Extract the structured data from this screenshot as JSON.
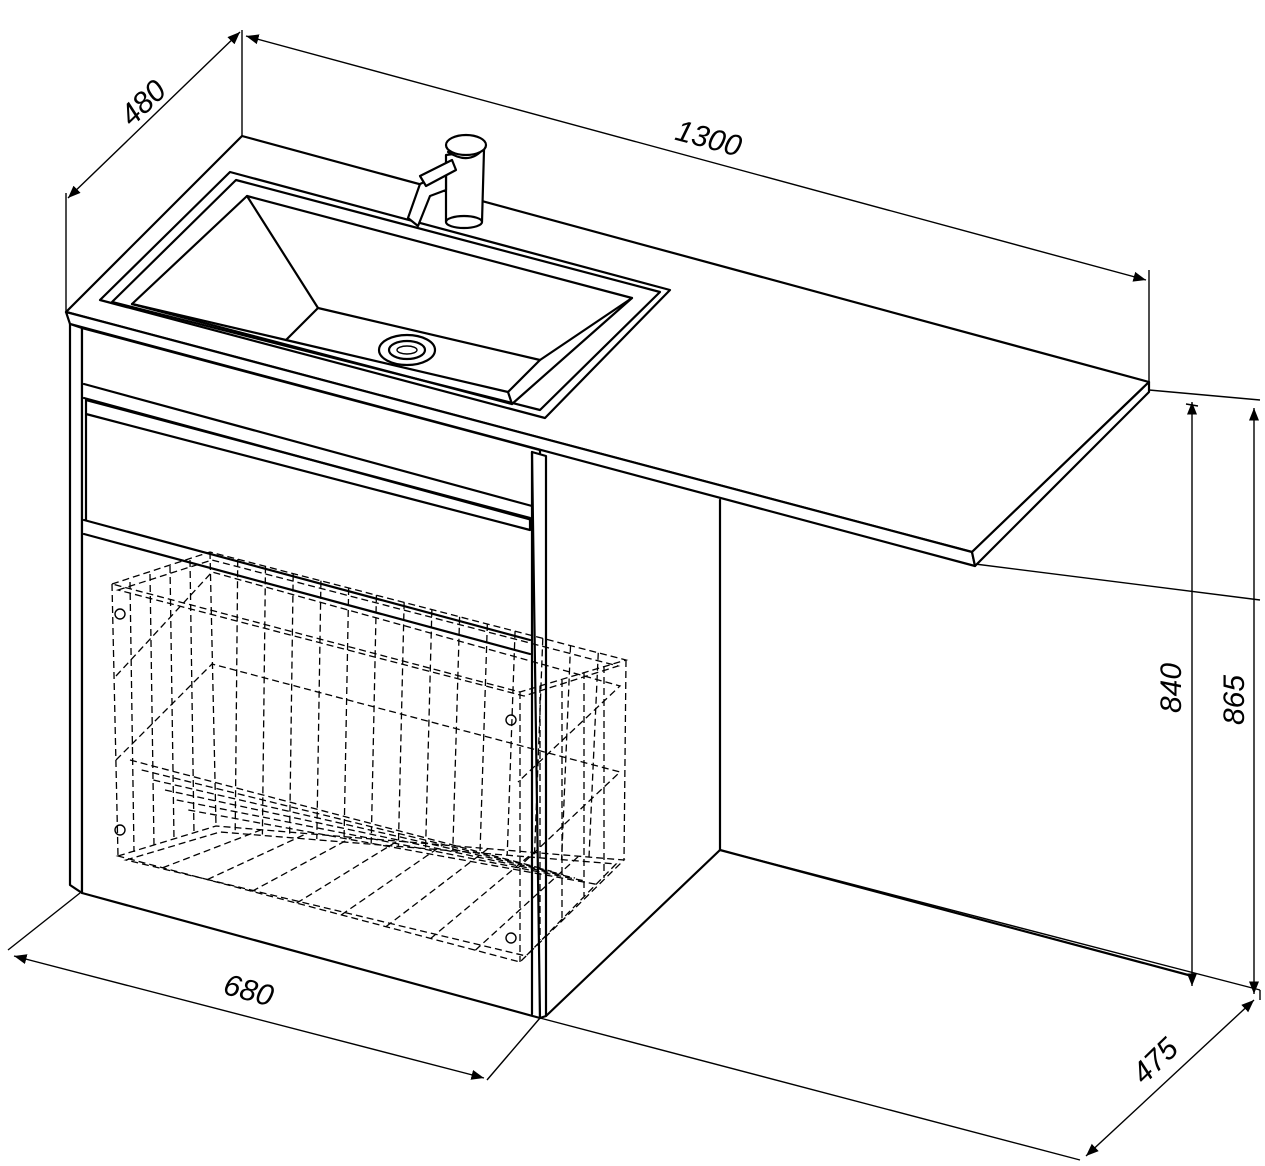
{
  "diagram": {
    "dimensions": {
      "depth_top": "480",
      "width_total": "1300",
      "height_cabinet": "840",
      "height_total": "865",
      "width_cabinet": "680",
      "depth_bottom": "475"
    },
    "colors": {
      "line": "#000000",
      "background": "#ffffff"
    }
  }
}
